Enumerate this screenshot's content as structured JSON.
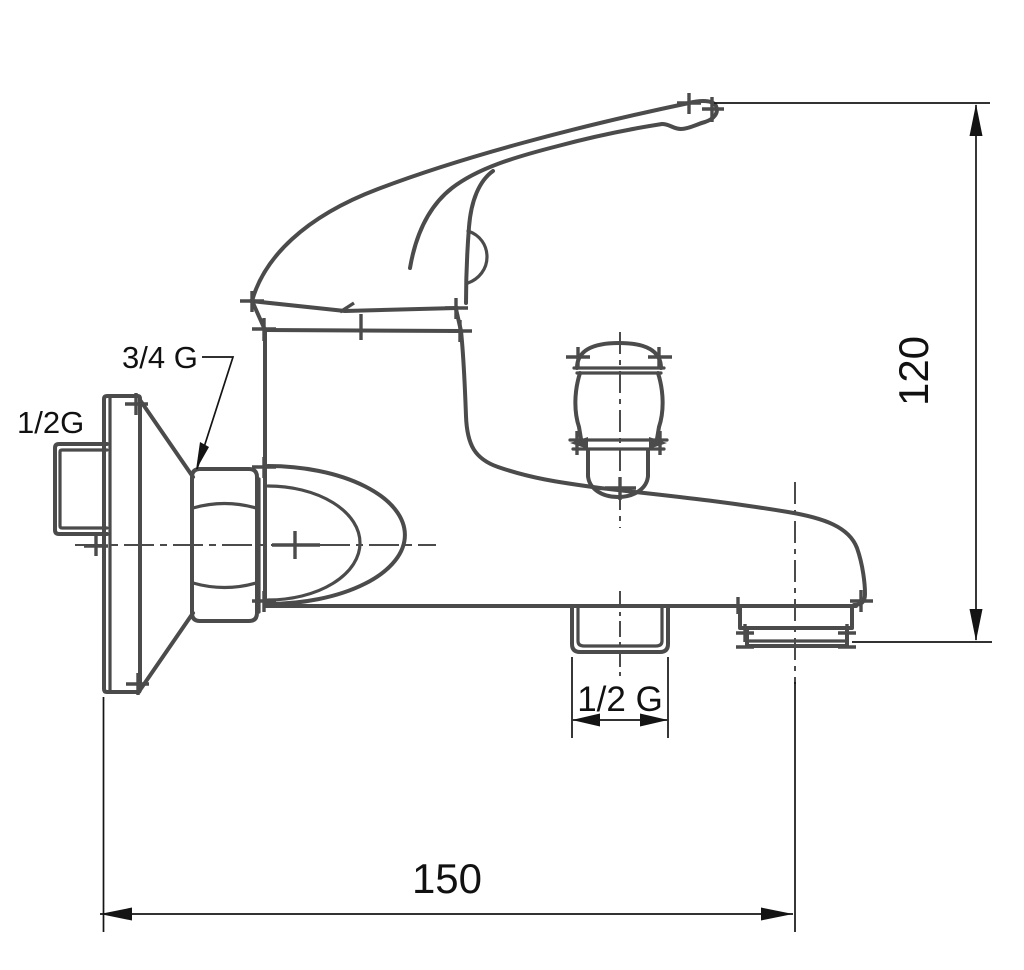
{
  "drawing": {
    "type": "technical-dimension-drawing",
    "subject": "Wall-mounted single-lever bathtub mixer faucet, side view",
    "background_color": "#ffffff",
    "outline_color": "#4b4b4b",
    "dimension_color": "#141414",
    "labels": {
      "wall_connection_thread": "1/2G",
      "mounting_nut_thread": "3/4 G",
      "shower_outlet_thread": "1/2 G"
    },
    "dimensions": {
      "spout_reach_mm": "150",
      "height_mm": "120"
    }
  }
}
